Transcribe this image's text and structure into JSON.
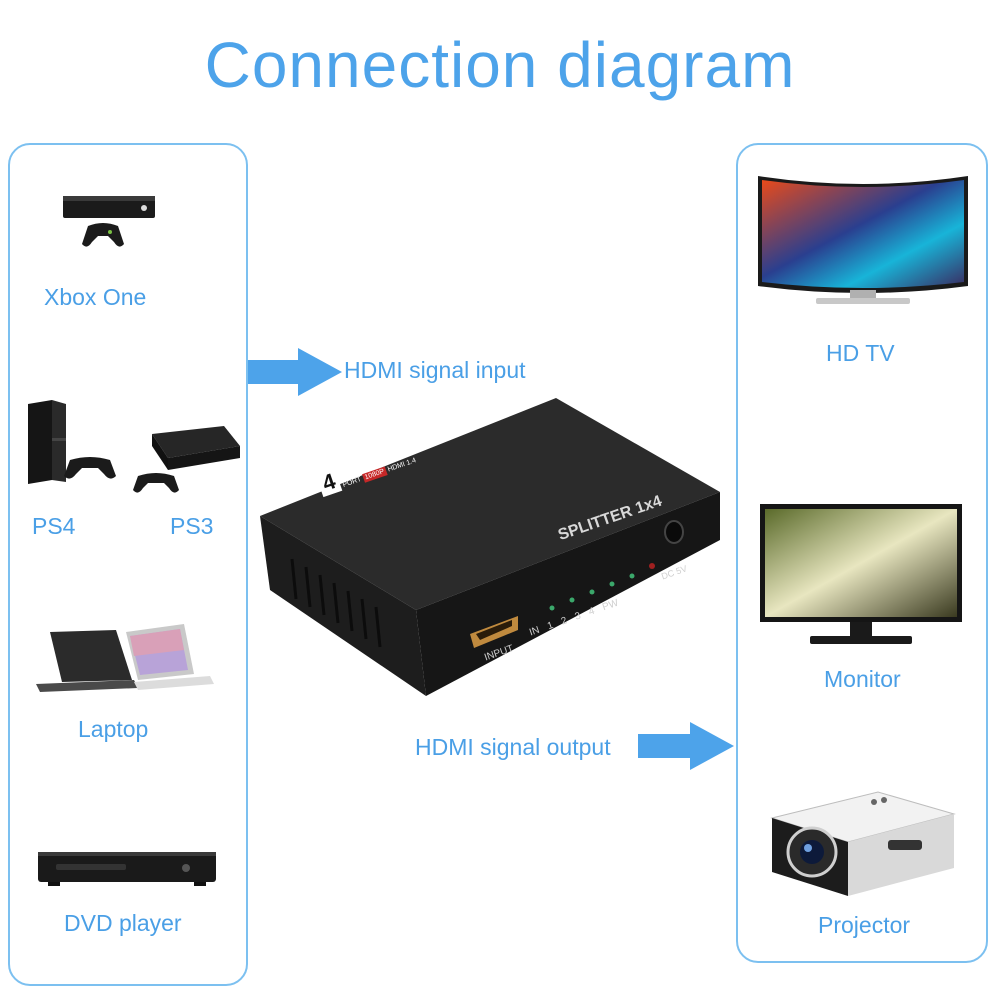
{
  "title": "Connection diagram",
  "sources": {
    "xbox": "Xbox One",
    "ps4": "PS4",
    "ps3": "PS3",
    "laptop": "Laptop",
    "dvd": "DVD player"
  },
  "outputs": {
    "tv": "HD TV",
    "monitor": "Monitor",
    "projector": "Projector"
  },
  "arrows": {
    "input": "HDMI signal input",
    "output": "HDMI signal output"
  },
  "splitter": {
    "brand_count": "4",
    "brand_name": "HDMI",
    "badge_port": "PORT",
    "badge_res": "1080P",
    "badge_ver": "HDMI 1.4",
    "model": "SPLITTER 1x4",
    "dc_label": "DC 5V",
    "input_label": "INPUT",
    "led_labels": [
      "IN",
      "1",
      "2",
      "3",
      "4",
      "PW"
    ]
  },
  "colors": {
    "accent": "#4da3ea",
    "panel_border": "#7cc0f0",
    "device_body": "#1d1d1d"
  }
}
